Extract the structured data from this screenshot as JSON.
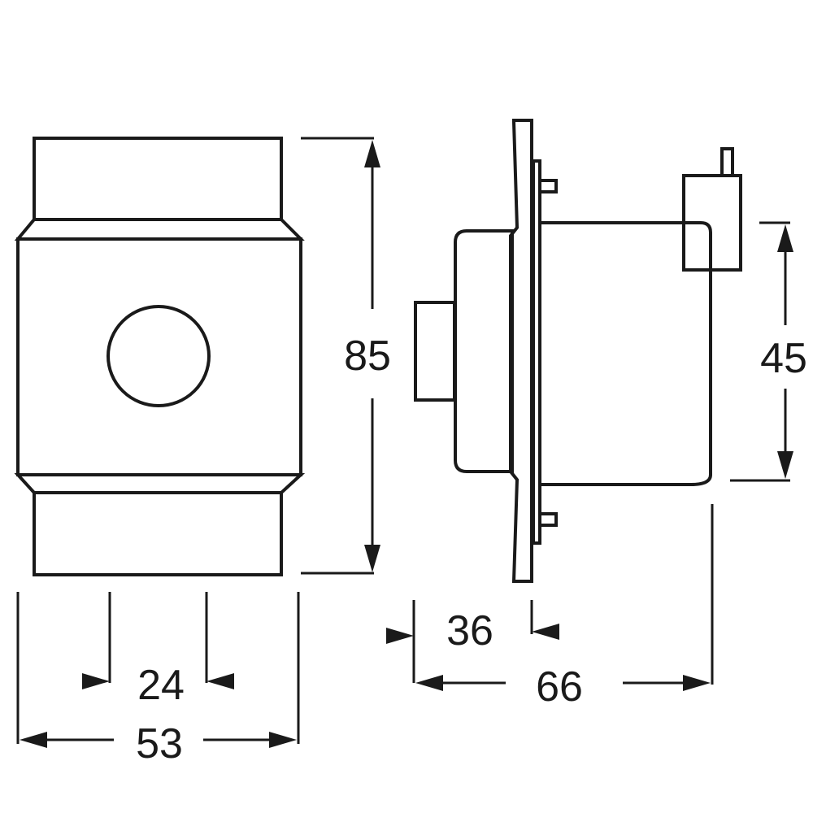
{
  "dimensions": {
    "height_total": "85",
    "height_body": "45",
    "width_total": "53",
    "width_inner": "24",
    "depth_front": "36",
    "depth_total": "66"
  },
  "colors": {
    "line": "#1a1a1a",
    "background": "#ffffff"
  }
}
